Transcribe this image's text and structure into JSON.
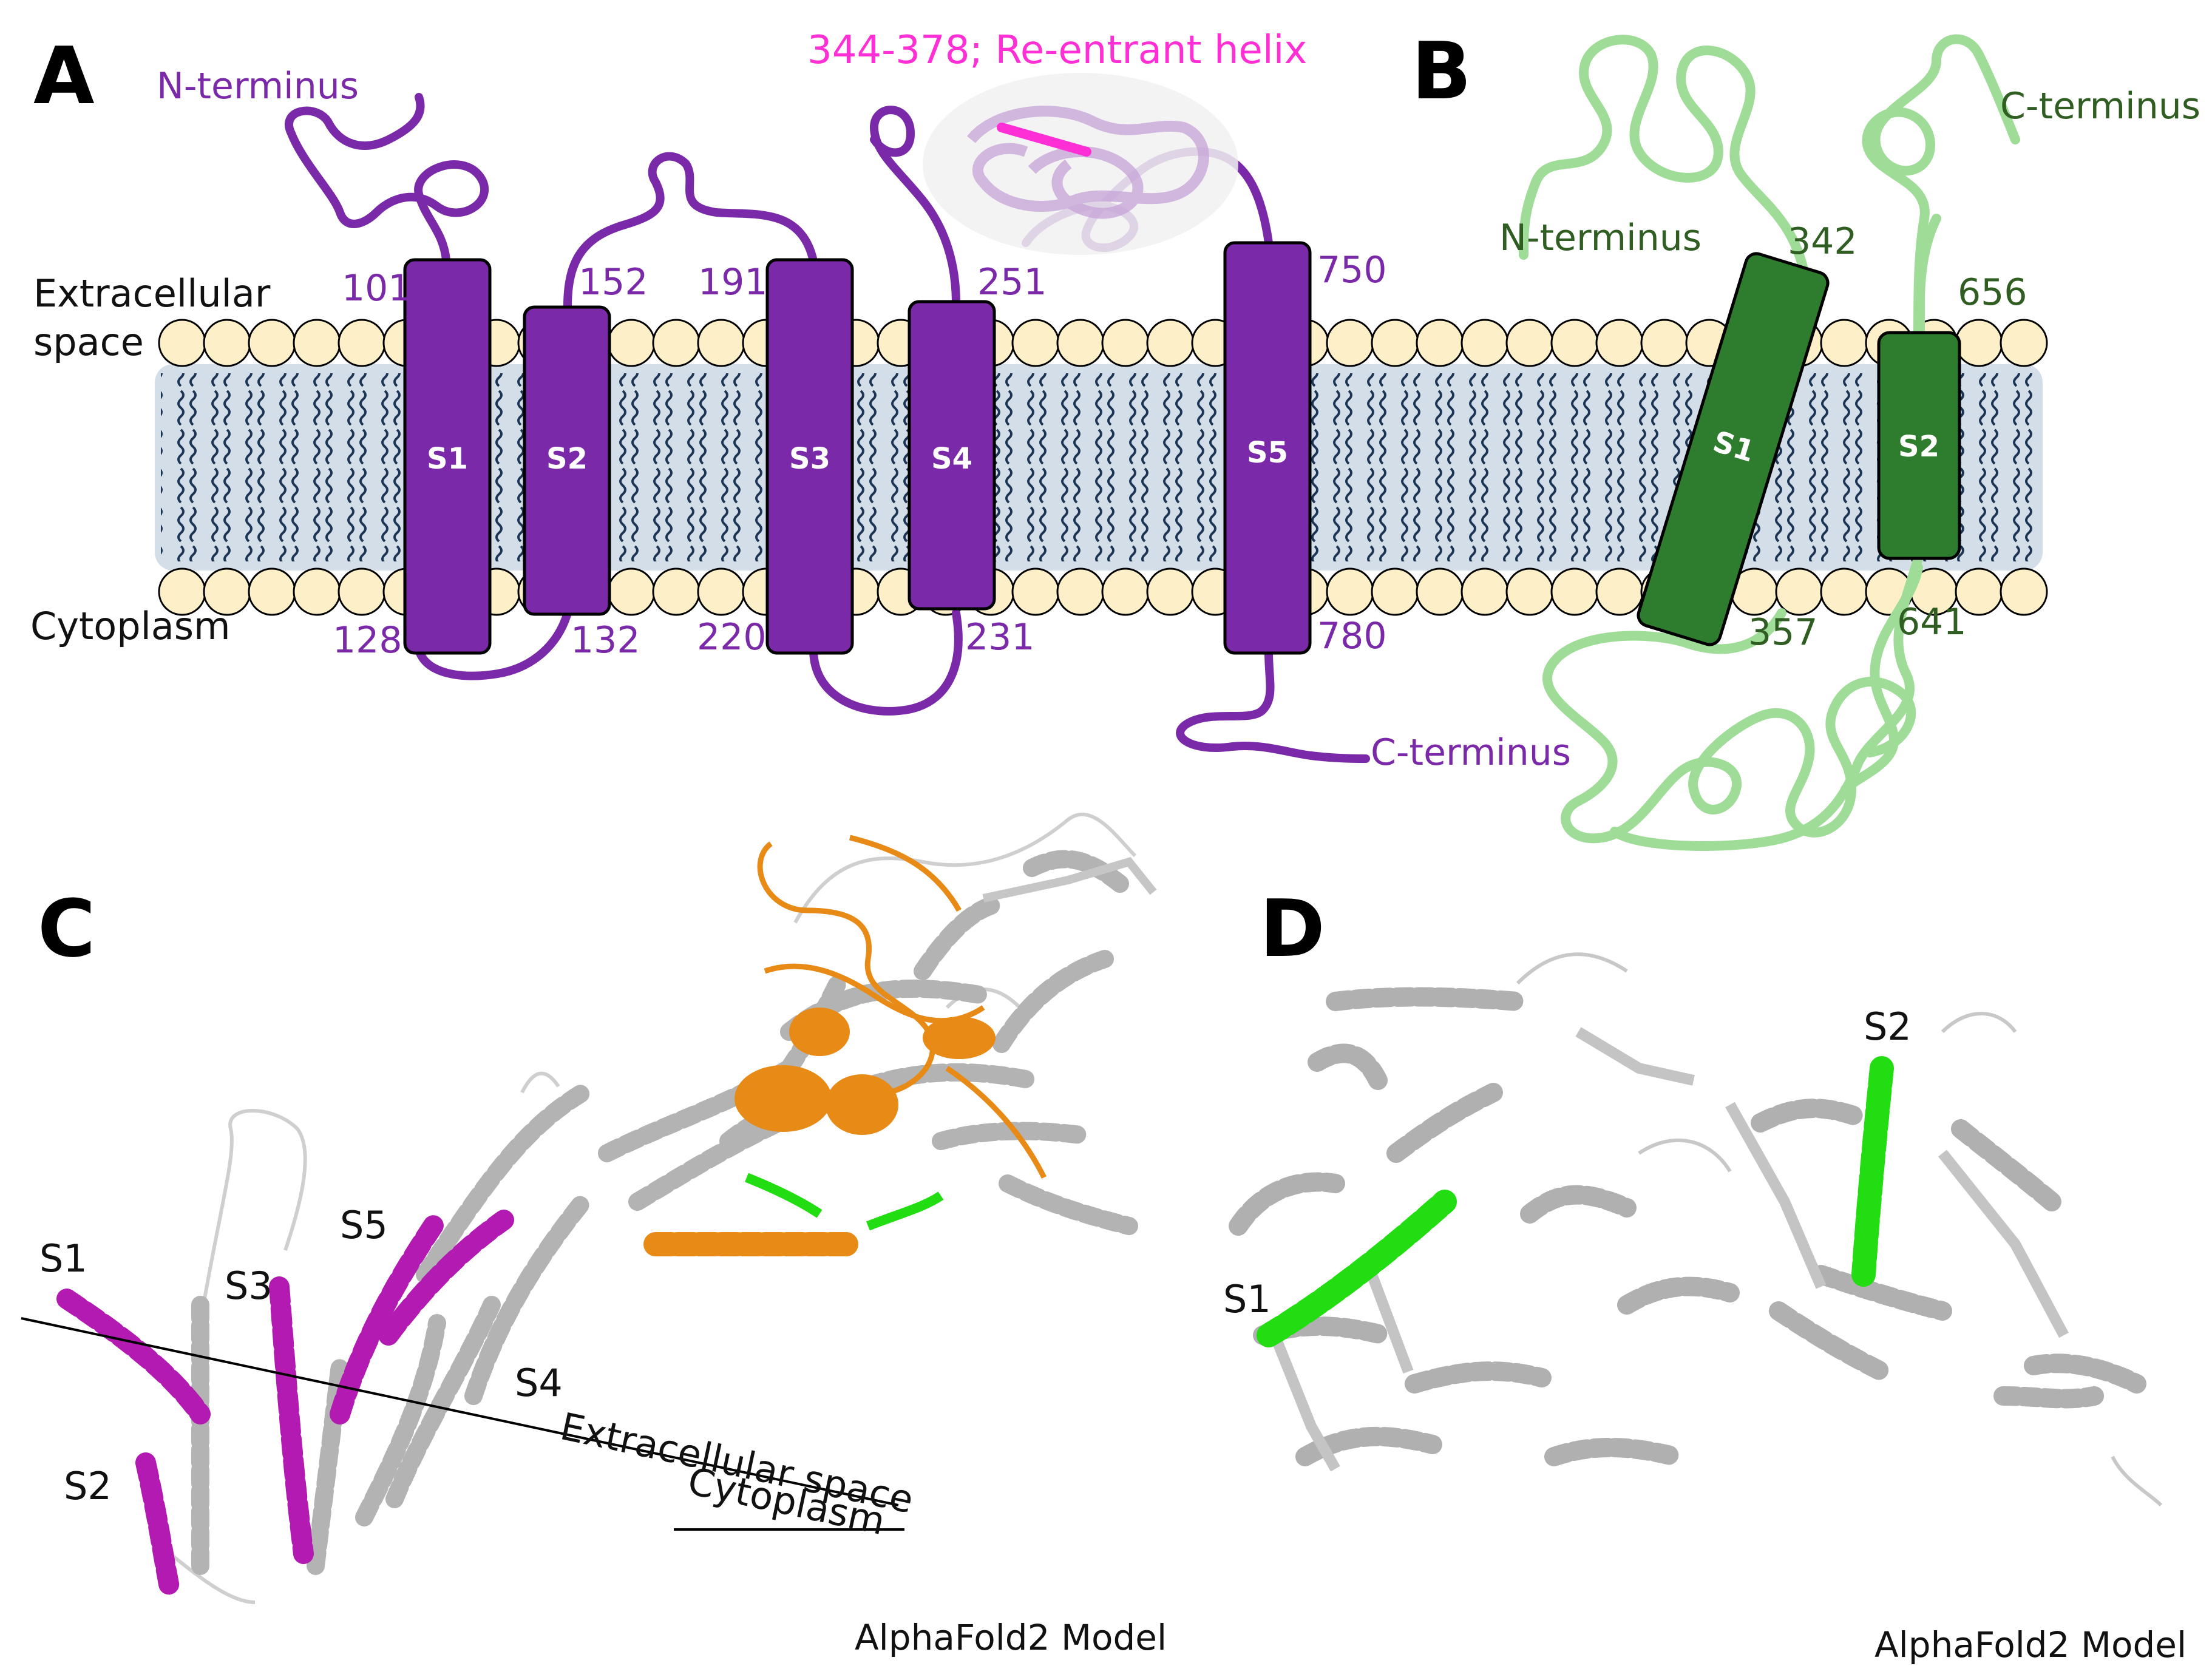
{
  "panels": {
    "a": {
      "letter": "A",
      "n_terminus": "N-terminus",
      "c_terminus": "C-terminus",
      "reentrant": "344-378; Re-entrant helix",
      "extracellular": [
        "Extracellular",
        "space"
      ],
      "cytoplasm": "Cytoplasm",
      "helices": [
        "S1",
        "S2",
        "S3",
        "S4",
        "S5"
      ],
      "residues_top": [
        "101",
        "152",
        "191",
        "251",
        "750"
      ],
      "residues_bottom": [
        "128",
        "132",
        "220",
        "231",
        "780"
      ]
    },
    "b": {
      "letter": "B",
      "n_terminus": "N-terminus",
      "c_terminus": "C-terminus",
      "helices": [
        "S1",
        "S2"
      ],
      "residues": [
        "342",
        "357",
        "656",
        "641"
      ]
    },
    "c": {
      "letter": "C",
      "helices": [
        "S1",
        "S2",
        "S3",
        "S4",
        "S5"
      ],
      "extracellular": "Extracellular space",
      "cytoplasm": "Cytoplasm",
      "model": "AlphaFold2 Model"
    },
    "d": {
      "letter": "D",
      "helices": [
        "S1",
        "S2"
      ],
      "model": "AlphaFold2 Model"
    }
  },
  "colors": {
    "purple": "#7a2aa8",
    "green_dark": "#2e7d2e",
    "green_light": "#9fdc98",
    "magenta": "#ff2fd6",
    "membrane": "#d4dee8",
    "lipid_head": "#fdefc8",
    "orange": "#e88a16",
    "grey": "#b5b5b5",
    "bright_green": "#22dd11"
  }
}
